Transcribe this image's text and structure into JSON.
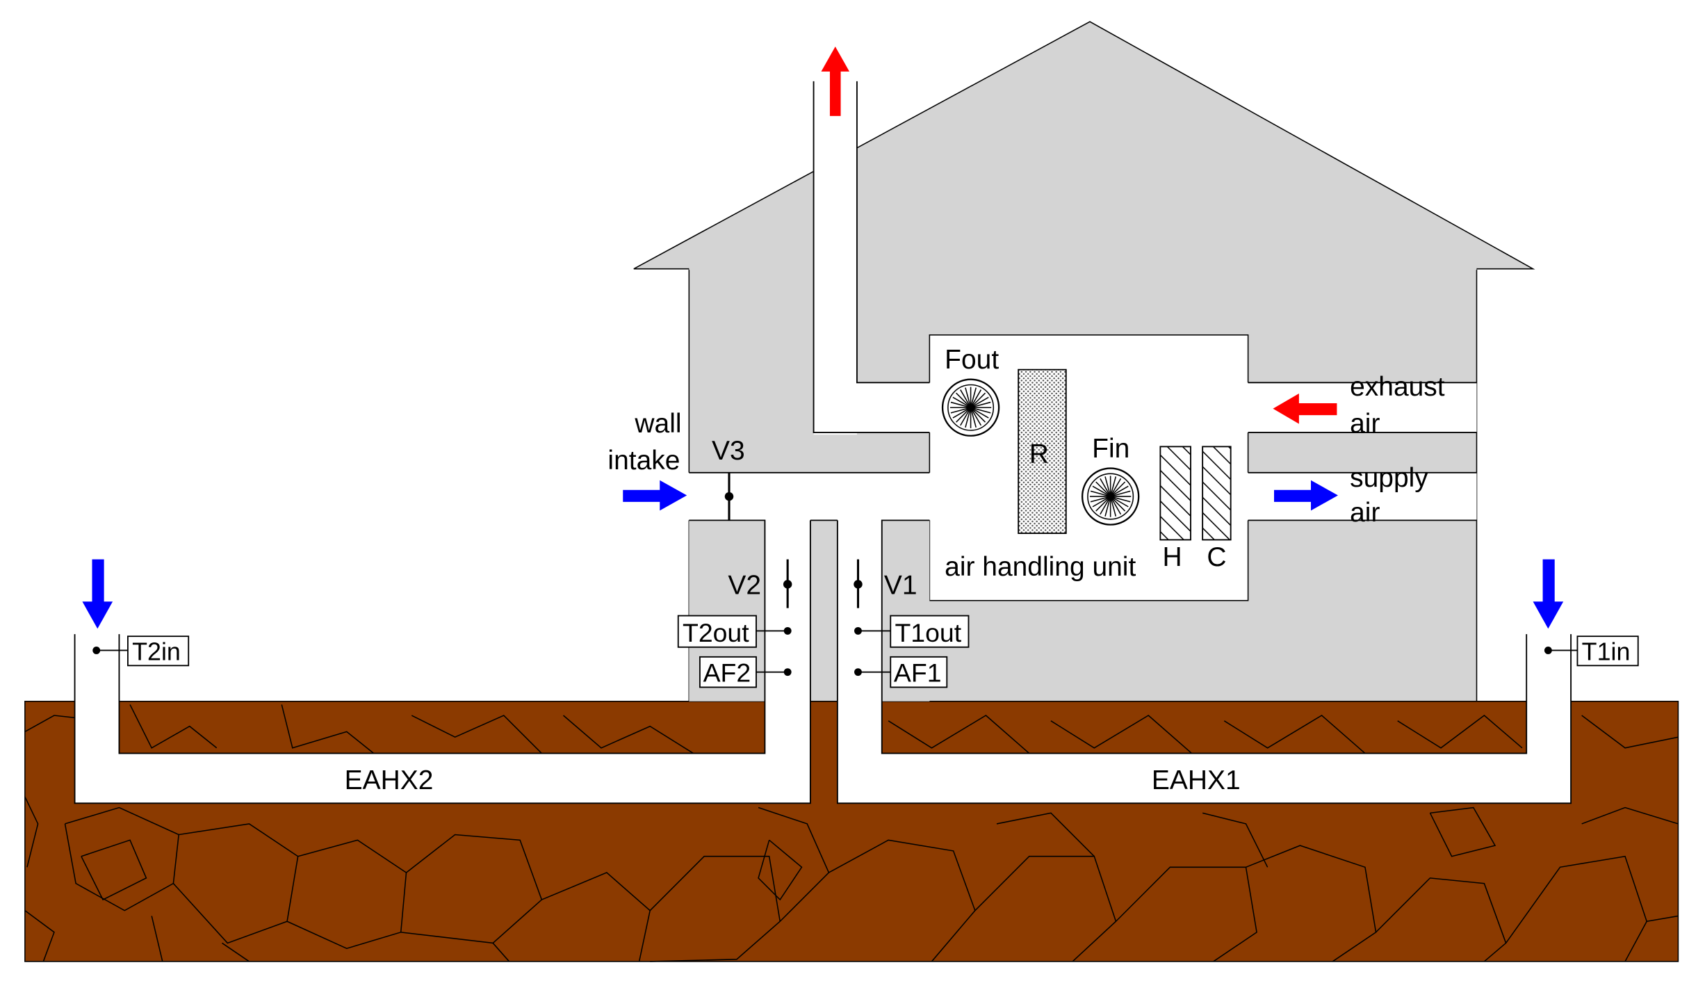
{
  "labels": {
    "fout": "Fout",
    "fin": "Fin",
    "recuperator": "R",
    "heater": "H",
    "cooler": "C",
    "ahu": "air handling unit",
    "exhaust_line1": "exhaust",
    "exhaust_line2": "air",
    "supply_line1": "supply",
    "supply_line2": "air",
    "wall_line1": "wall",
    "wall_line2": "intake",
    "v1": "V1",
    "v2": "V2",
    "v3": "V3",
    "t1in": "T1in",
    "t2in": "T2in",
    "t1out": "T1out",
    "t2out": "T2out",
    "af1": "AF1",
    "af2": "AF2",
    "eahx1": "EAHX1",
    "eahx2": "EAHX2"
  },
  "colors": {
    "soil": "#8B3A00",
    "house": "#D4D4D4",
    "cold_arrow": "#0000FF",
    "warm_arrow": "#FF0000",
    "line": "#000000",
    "duct": "#FFFFFF"
  },
  "icons": {
    "fan": "fan-icon",
    "arrow_up": "arrow-up-icon",
    "arrow_down": "arrow-down-icon",
    "arrow_left": "arrow-left-icon",
    "arrow_right": "arrow-right-icon",
    "valve": "valve-icon",
    "sensor": "sensor-icon"
  }
}
